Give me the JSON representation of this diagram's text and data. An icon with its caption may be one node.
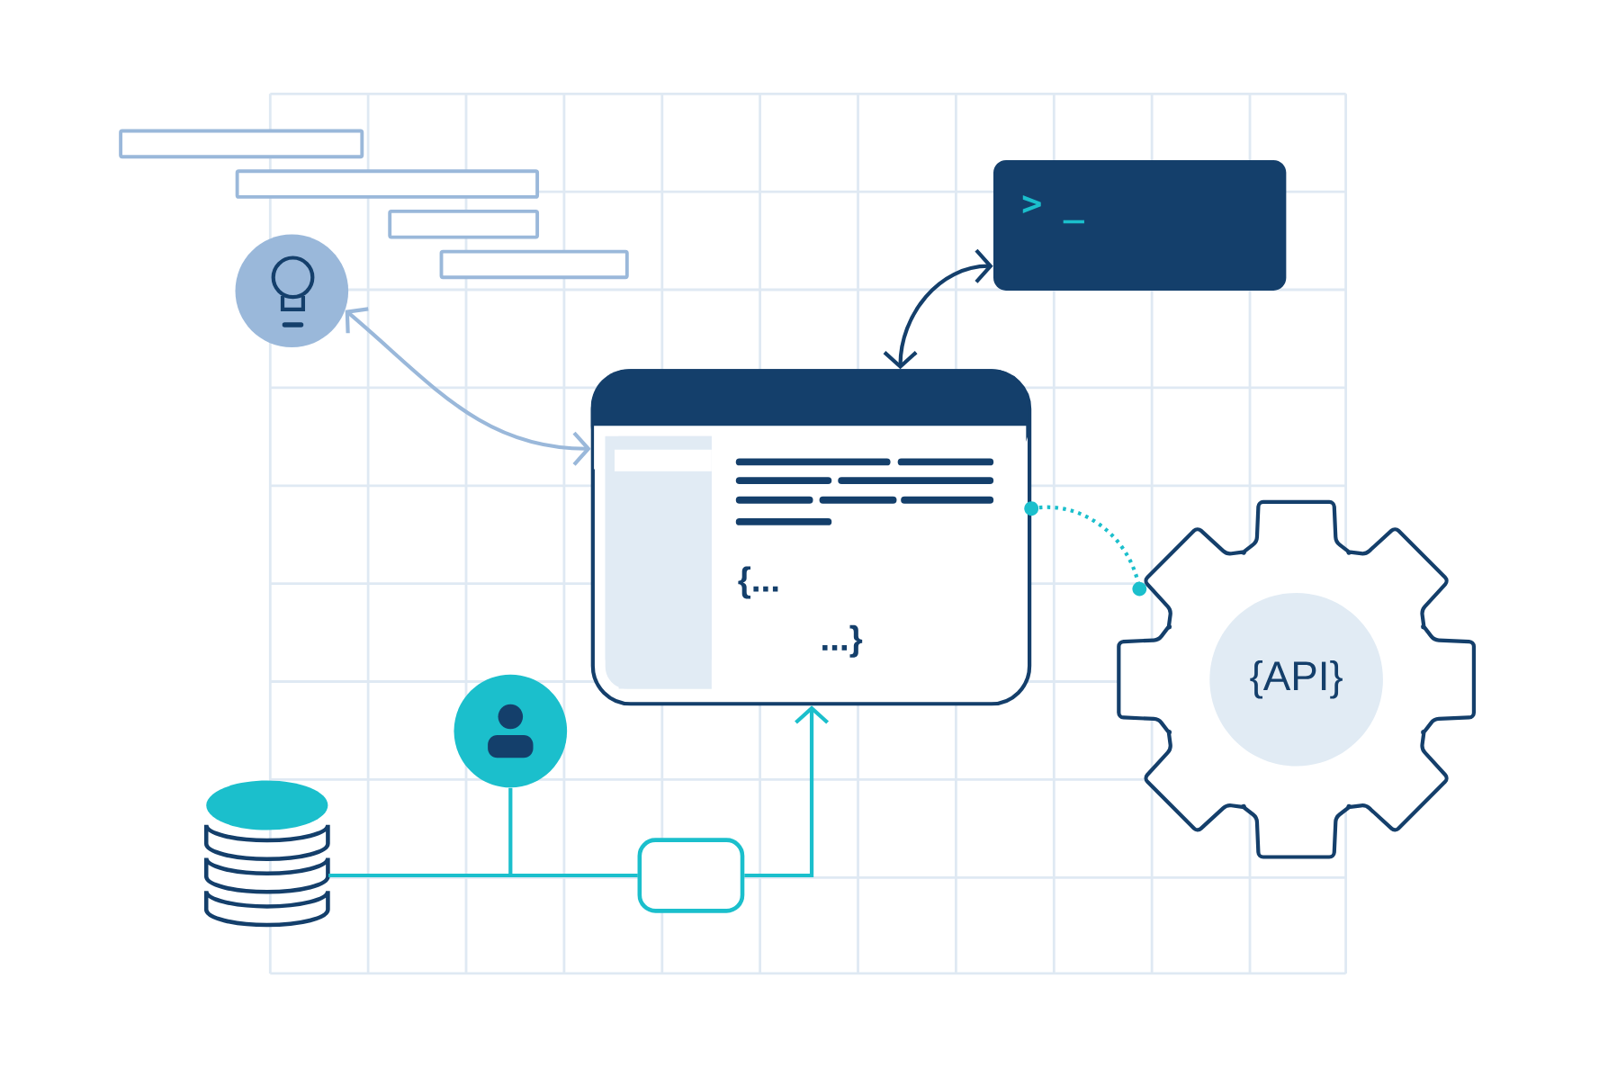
{
  "diagram": {
    "nodes": [
      {
        "text": [
          "> _"
        ]
      },
      {
        "text": [],
        "shape": "circle"
      },
      {
        "text": [
          "{...",
          "...}"
        ]
      },
      {
        "text": [
          "{API}"
        ]
      },
      {
        "text": [],
        "shape": "person"
      },
      {
        "text": [],
        "shape": "cylinder"
      },
      {
        "text": [],
        "shape": "box"
      }
    ],
    "edges": [
      {
        "from": 1,
        "to": 2,
        "arrow": "both",
        "color": "#9ab8da"
      },
      {
        "from": 2,
        "to": 0,
        "arrow": "both",
        "color": "#143f6b"
      },
      {
        "from": 2,
        "to": 3,
        "arrow": "other",
        "style": "dashed",
        "color": "#1bbfcc"
      },
      {
        "from": 5,
        "to": 6,
        "arrow": "none",
        "color": "#1bbfcc"
      },
      {
        "from": 4,
        "to": 6,
        "arrow": "none",
        "color": "#1bbfcc"
      },
      {
        "from": 6,
        "to": 2,
        "arrow": "to",
        "color": "#1bbfcc"
      }
    ]
  }
}
